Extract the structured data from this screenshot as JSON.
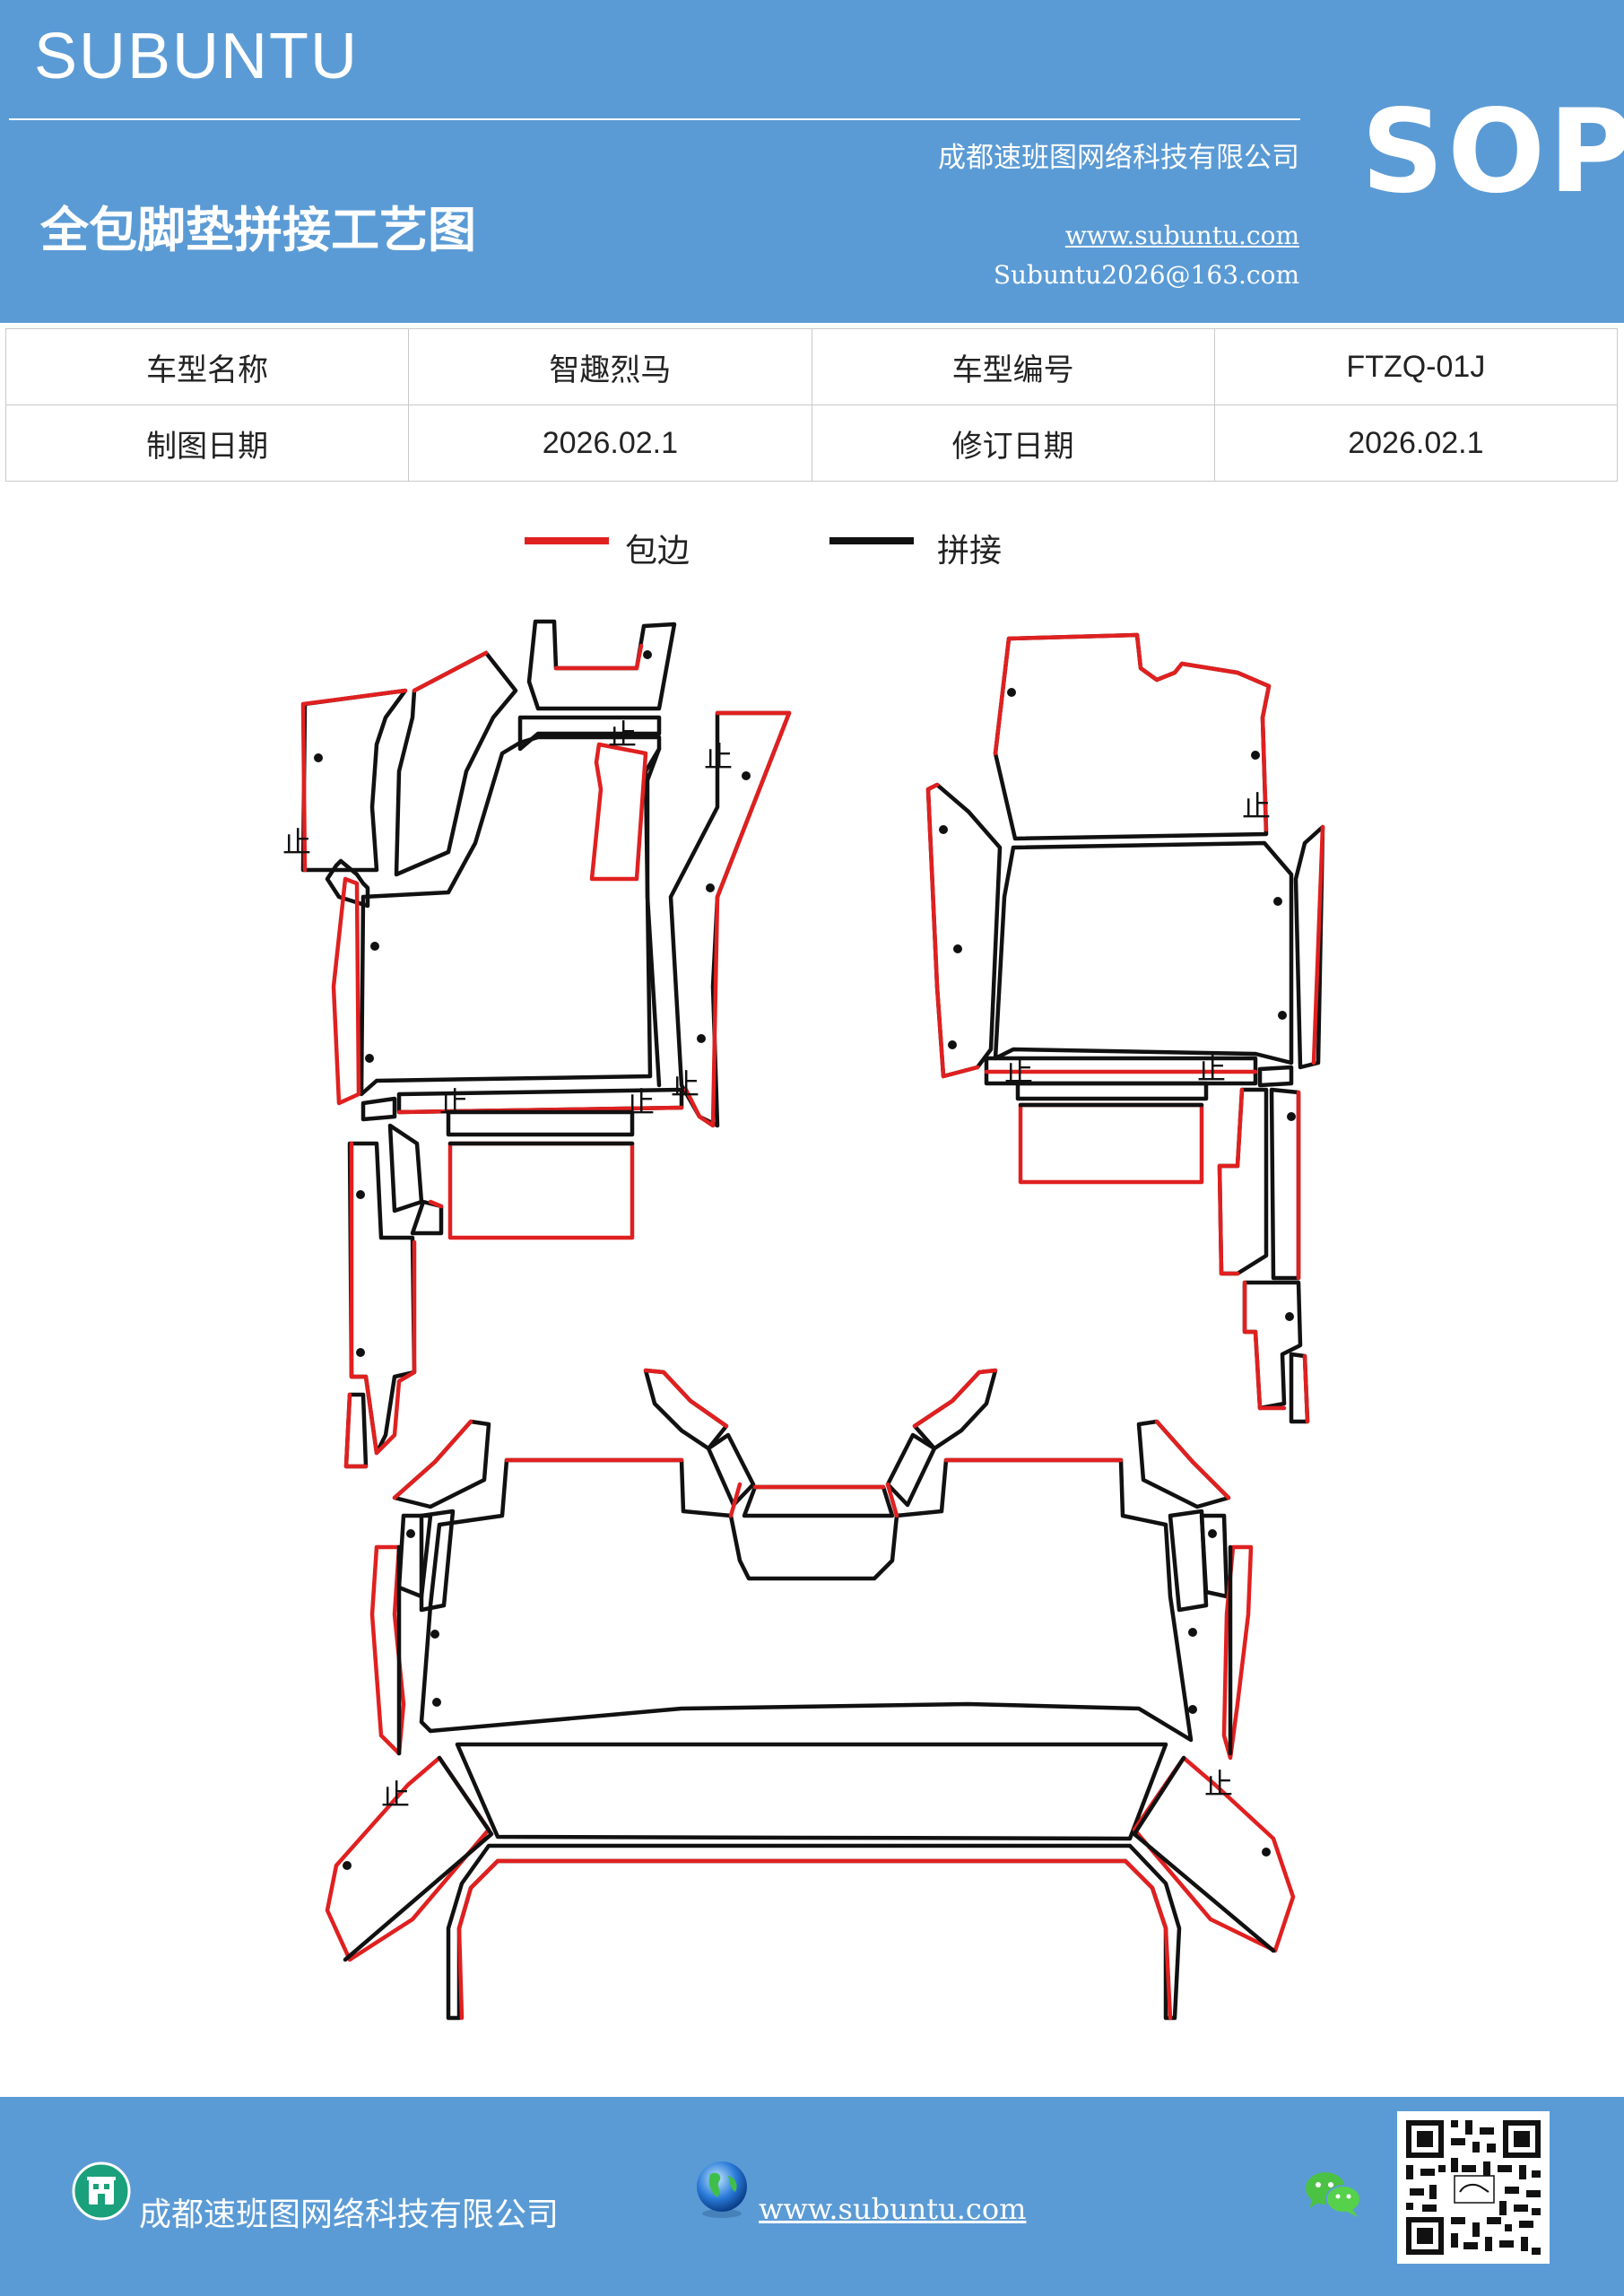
{
  "header": {
    "brand": "SUBUNTU",
    "badge": "SOP",
    "company": "成都速班图网络科技有限公司",
    "title": "全包脚垫拼接工艺图",
    "website": "www.subuntu.com",
    "email": "Subuntu2026@163.com"
  },
  "info_table": {
    "row1": {
      "label1": "车型名称",
      "value1": "智趣烈马",
      "label2": "车型编号",
      "value2": "FTZQ-01J"
    },
    "row2": {
      "label1": "制图日期",
      "value1": "2026.02.1",
      "label2": "修订日期",
      "value2": "2026.02.1"
    }
  },
  "legend": {
    "items": [
      {
        "label": "包边",
        "color": "#e02020"
      },
      {
        "label": "拼接",
        "color": "#111111"
      }
    ]
  },
  "diagram": {
    "stop_mark": "止",
    "edge_color": "#e02020",
    "seam_color": "#111111"
  },
  "footer": {
    "company": "成都速班图网络科技有限公司",
    "website": "www.subuntu.com"
  },
  "icons": [
    "building-icon",
    "globe-icon",
    "wechat-icon",
    "qr-code"
  ]
}
